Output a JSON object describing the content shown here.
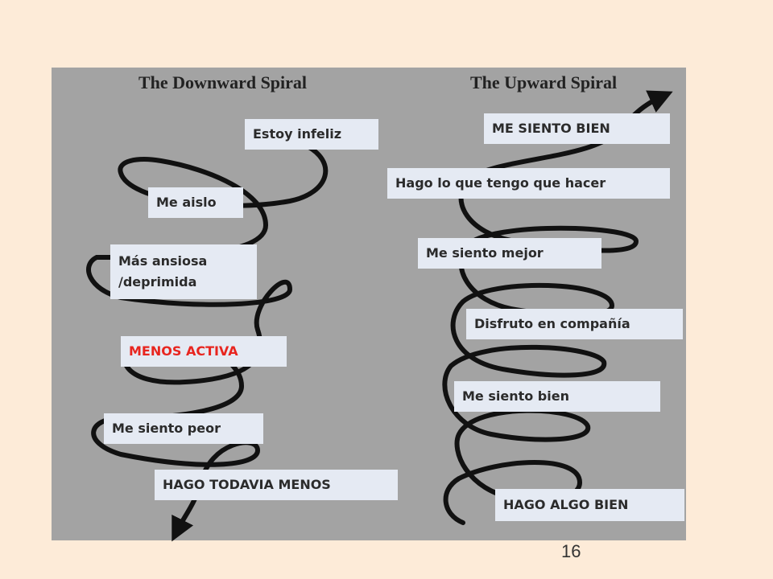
{
  "left_title": "The Downward Spiral",
  "right_title": "The Upward Spiral",
  "downward_labels": [
    {
      "text": "Estoy infeliz",
      "color": "#2b2b2b"
    },
    {
      "text": "Me aislo",
      "color": "#2b2b2b"
    },
    {
      "text": "Más  ansiosa\n/deprimida",
      "color": "#2b2b2b"
    },
    {
      "text": "MENOS ACTIVA",
      "color": "#e8251f"
    },
    {
      "text": "Me siento peor",
      "color": "#2b2b2b"
    },
    {
      "text": "HAGO TODAVIA MENOS",
      "color": "#2b2b2b"
    }
  ],
  "upward_labels": [
    {
      "text": "ME SIENTO BIEN"
    },
    {
      "text": "Hago lo que tengo que hacer"
    },
    {
      "text": "Me siento mejor"
    },
    {
      "text": "Disfruto en compañía"
    },
    {
      "text": "Me siento bien"
    },
    {
      "text": "HAGO ALGO BIEN"
    }
  ],
  "page_number": "16",
  "colors": {
    "background": "#fdebd8",
    "panel": "#a3a3a3",
    "label_bg": "#e5eaf3",
    "highlight": "#e8251f",
    "stroke": "#111111"
  }
}
